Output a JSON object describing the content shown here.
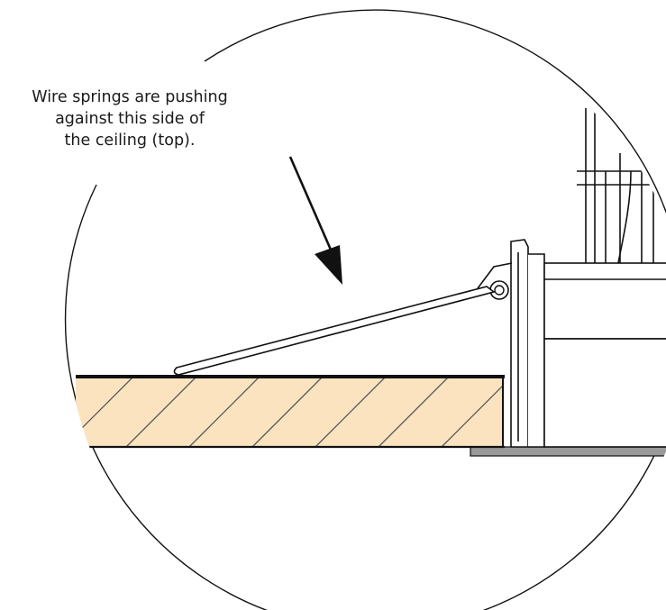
{
  "callout": {
    "line1": "Wire springs are pushing",
    "line2": "against this side of",
    "line3": "the ceiling (top)."
  },
  "colors": {
    "ceiling_fill": "#fbe3c0",
    "ceiling_hatch": "#555555",
    "outline": "#111111",
    "trim_ring": "#9a9a9a",
    "background": "#ffffff"
  },
  "icons": {
    "pointer": "arrow-down-right-icon"
  }
}
